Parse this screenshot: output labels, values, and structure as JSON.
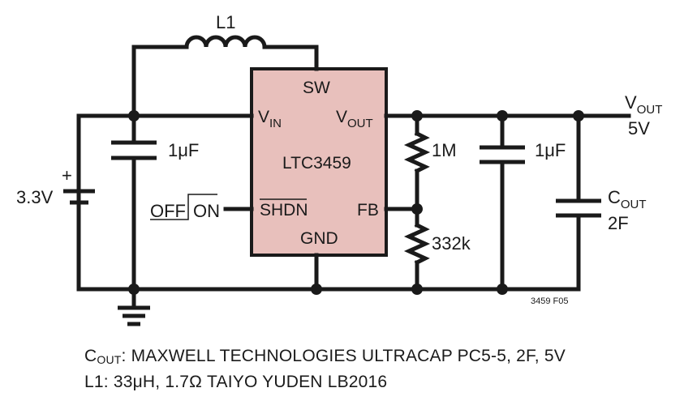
{
  "schematic": {
    "inductor_label": "L1",
    "ic": {
      "name": "LTC3459",
      "pin_sw": "SW",
      "pin_vin_main": "V",
      "pin_vin_sub": "IN",
      "pin_vout_main": "V",
      "pin_vout_sub": "OUT",
      "pin_shdn": "SHDN",
      "pin_fb": "FB",
      "pin_gnd": "GND",
      "fill_color": "#e8c0bc"
    },
    "battery": {
      "label": "3.3V",
      "polarity": "+"
    },
    "input_cap": {
      "value": "1μF"
    },
    "shutdown_control": {
      "off_label": "OFF",
      "on_label": "ON"
    },
    "resistor_top": {
      "value": "1M"
    },
    "resistor_bottom": {
      "value": "332k"
    },
    "output_cap": {
      "value": "1μF"
    },
    "cout": {
      "name_main": "C",
      "name_sub": "OUT",
      "value": "2F"
    },
    "output": {
      "name_main": "V",
      "name_sub": "OUT",
      "voltage": "5V"
    },
    "figure_id": "3459 F05"
  },
  "notes": {
    "line1_main": "C",
    "line1_sub": "OUT",
    "line1_rest": ": MAXWELL TECHNOLOGIES ULTRACAP PC5-5, 2F, 5V",
    "line2": "L1: 33μH, 1.7Ω TAIYO YUDEN LB2016"
  }
}
